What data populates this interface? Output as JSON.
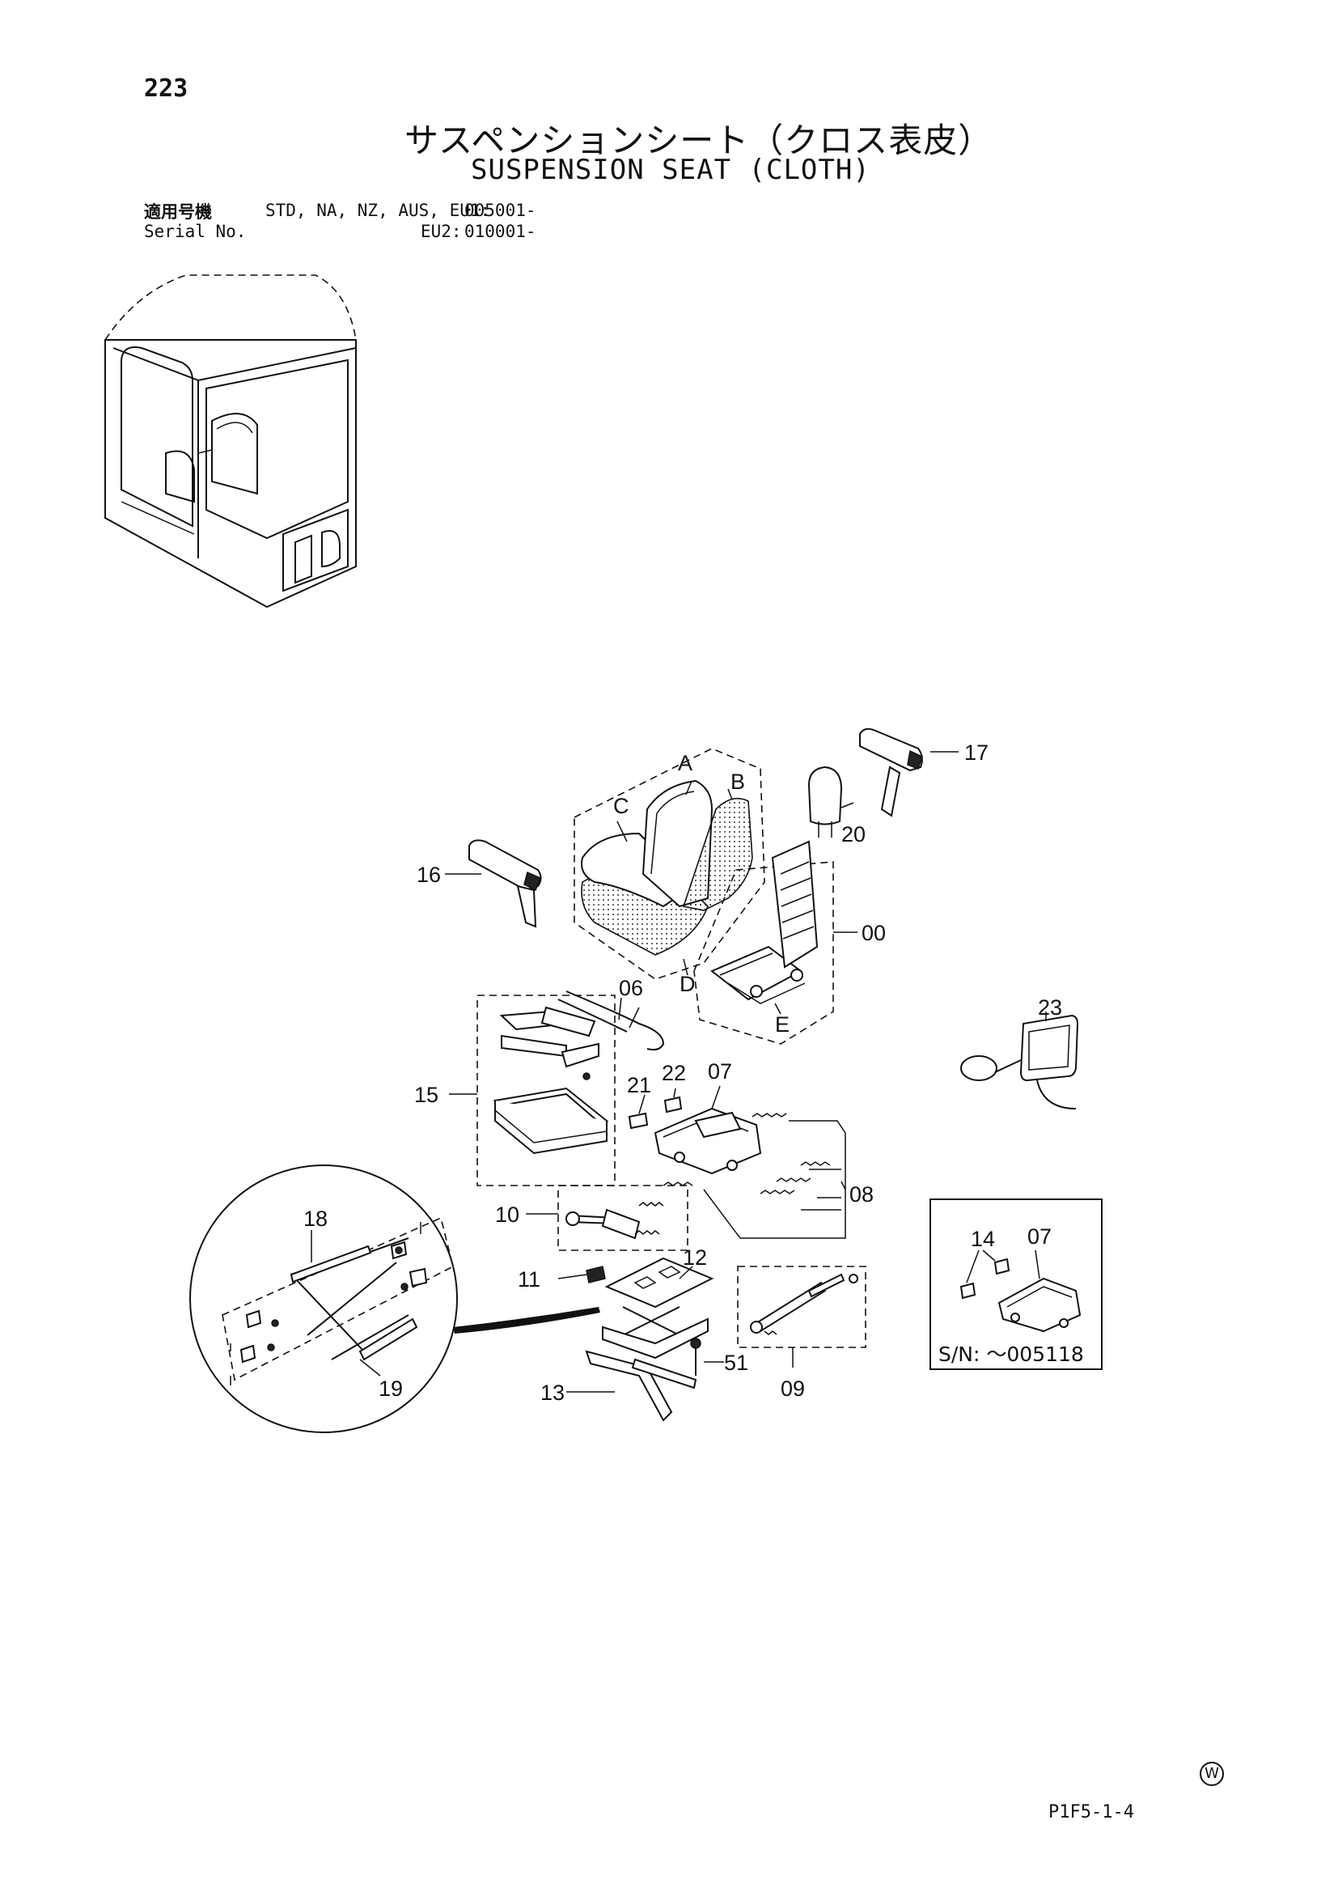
{
  "page_number": "223",
  "title_jp": "サスペンションシート（クロス表皮）",
  "title_en": "SUSPENSION SEAT (CLOTH)",
  "serial": {
    "label_jp": "適用号機",
    "label_en": "Serial No.",
    "models_1": "STD, NA, NZ, AUS, EU1:",
    "range_1": "005001-",
    "models_2": "EU2:",
    "range_2": "010001-"
  },
  "callouts": {
    "c00": "00",
    "c06": "06",
    "c07": "07",
    "c07b": "07",
    "c08": "08",
    "c09": "09",
    "c10": "10",
    "c11": "11",
    "c12": "12",
    "c13": "13",
    "c14": "14",
    "c15": "15",
    "c16": "16",
    "c17": "17",
    "c18": "18",
    "c19": "19",
    "c20": "20",
    "c21": "21",
    "c22": "22",
    "c23": "23",
    "c51": "51",
    "A": "A",
    "B": "B",
    "C": "C",
    "D": "D",
    "E": "E"
  },
  "inset_label": "S/N: ～005118",
  "footer_code": "P1F5-1-4",
  "footer_mark": "W"
}
